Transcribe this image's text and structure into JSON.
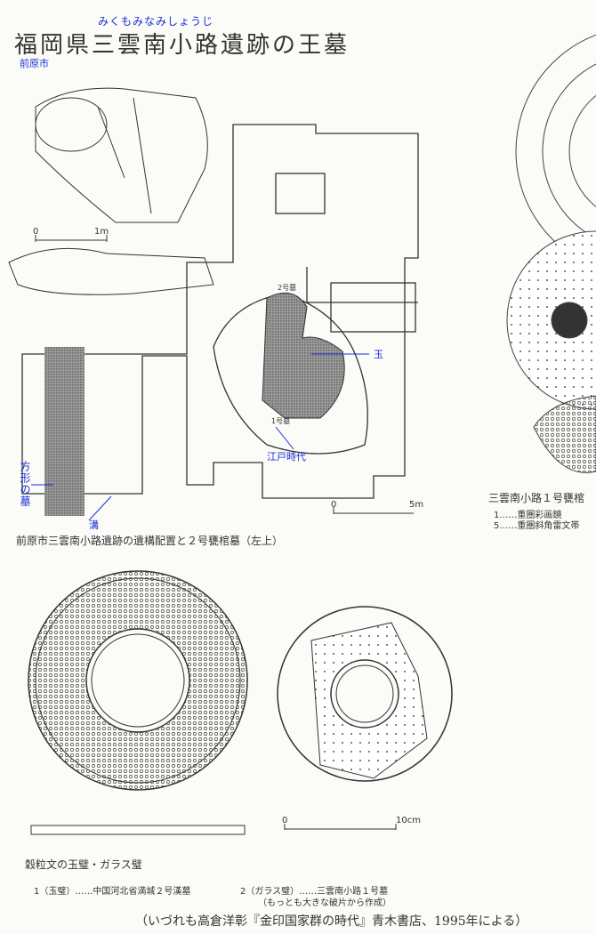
{
  "header": {
    "furigana": "みくもみなみしょうじ",
    "title": "福岡県三雲南小路遺跡の王墓",
    "city": "前原市"
  },
  "map": {
    "annotations": {
      "jewel": "玉",
      "edo": "江戸時代",
      "square_tomb": "方形の墓",
      "ditch": "溝"
    },
    "scale_top": {
      "zero": "0",
      "end": "1m"
    },
    "scale_main": {
      "zero": "0",
      "end": "5m"
    },
    "labels": {
      "tomb1": "1号墓",
      "tomb2": "2号墓"
    },
    "caption": "前原市三雲南小路遺跡の遺構配置と２号甕棺墓（左上）"
  },
  "right_panel": {
    "caption": "三雲南小路１号甕棺",
    "items": [
      "1……重圏彩画鏡",
      "5……重圏斜角雷文帯"
    ]
  },
  "bi": {
    "scale": {
      "zero": "0",
      "end": "10cm"
    },
    "caption": "穀粒文の玉璧・ガラス璧",
    "item1": "1（玉璧）……中国河北省満城２号漢墓",
    "item2": "2（ガラス璧）……三雲南小路１号墓",
    "item2_note": "（もっとも大きな破片から作成）"
  },
  "source": "（いづれも高倉洋彰『金印国家群の時代』青木書店、1995年による）"
}
